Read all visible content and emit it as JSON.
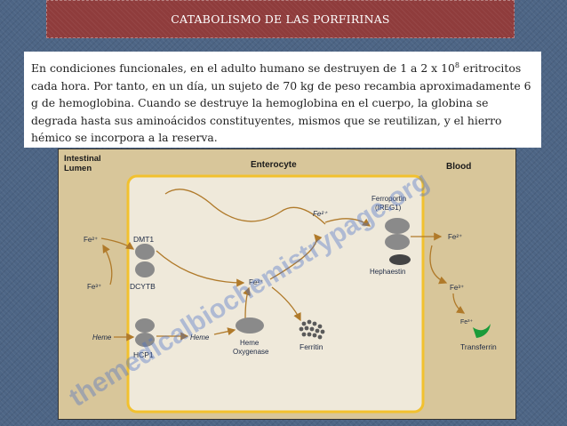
{
  "slide": {
    "title": "CATABOLISMO DE LAS PORFIRINAS",
    "paragraph_pre": "En condiciones funcionales, en el adulto humano se destruyen de 1 a 2 x 10",
    "paragraph_sup": "8",
    "paragraph_post": " eritrocitos cada hora. Por tanto, en un día, un sujeto de 70 kg de peso recambia aproximadamente 6 g de hemoglobina. Cuando se destruye la hemoglobina en el cuerpo, la globina se degrada hasta sus aminoácidos constituyentes, mismos que se reutilizan, y el hierro hémico se incorpora a la reserva."
  },
  "figure": {
    "header_lumen": "Intestinal\nLumen",
    "header_enterocyte": "Enterocyte",
    "header_blood": "Blood",
    "fe2_label": "Fe²⁺",
    "fe3_label": "Fe³⁺",
    "dmt1": "DMT1",
    "dcytb": "DCYTB",
    "heme": "Heme",
    "hcp1": "HCP1",
    "heme_oxygenase": "Heme\nOxygenase",
    "ferritin": "Ferritin",
    "ferroportin": "Ferroportin\n(IREG1)",
    "hephaestin": "Hephaestin",
    "transferrin": "Transferrin",
    "watermark": "themedicalbiochemistrypage.org",
    "colors": {
      "membrane": "#f2c12e",
      "cell_bg": "#efe9da",
      "arrow": "#b07a2a",
      "transporter": "#8a8a8a",
      "transferrin": "#1a9b3a"
    }
  }
}
